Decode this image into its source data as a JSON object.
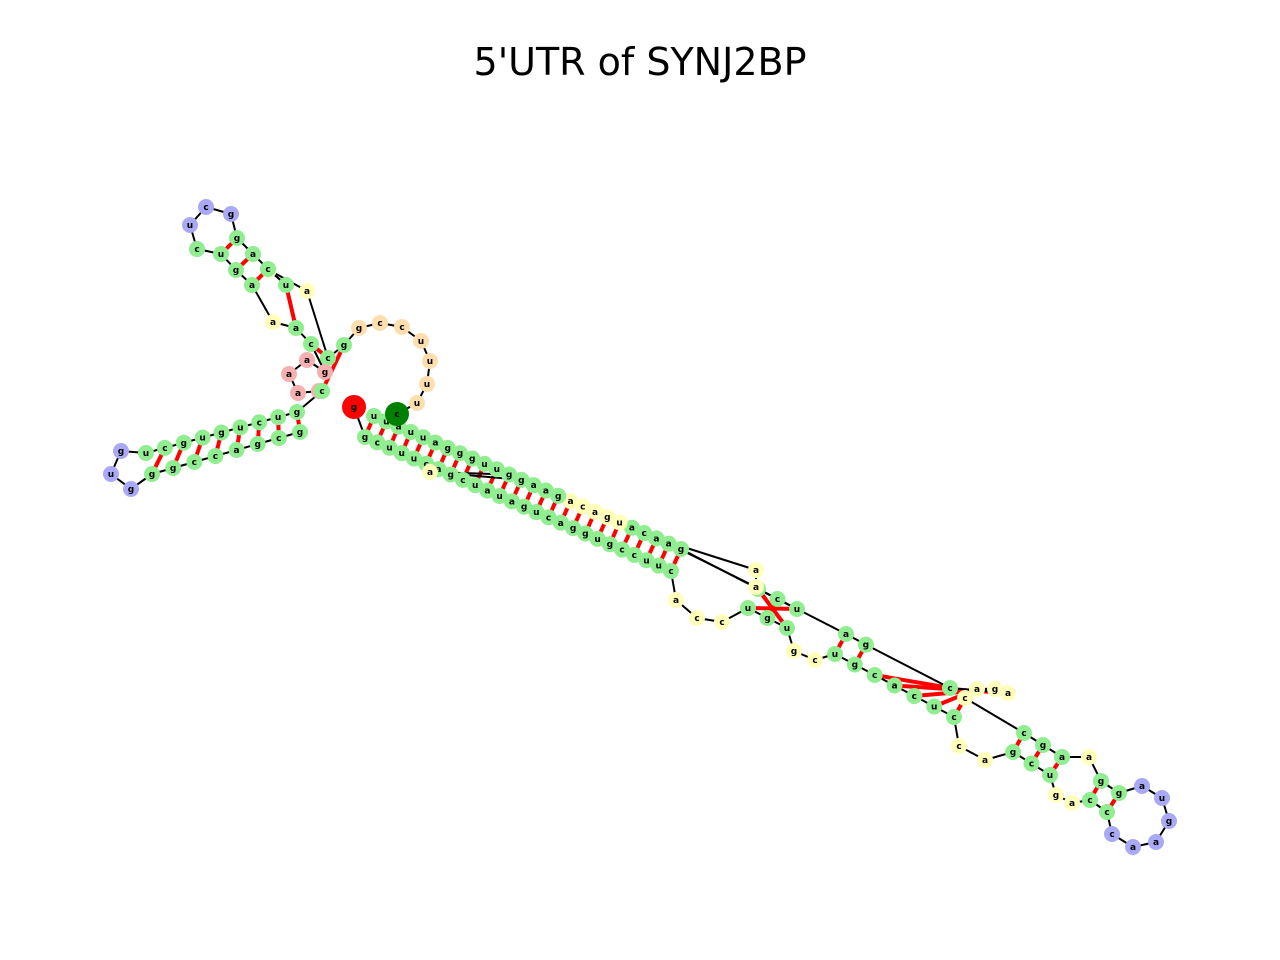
{
  "title": "5'UTR of SYNJ2BP",
  "legend": {
    "stem": {
      "color": "#90ee90"
    },
    "hairpin_loop": {
      "color": "#a9a9f5"
    },
    "interior_loop": {
      "color": "#ffffba"
    },
    "multi_loop": {
      "color": "#ffdead"
    },
    "bulge": {
      "color": "#f5b0b0"
    },
    "start_marker": {
      "color": "#ff0000"
    },
    "end_marker": {
      "color": "#008000"
    },
    "backbone": {
      "color": "#000000"
    },
    "base_pair": {
      "color": "#ff0000"
    }
  },
  "nucleotides": [
    {
      "id": "n1",
      "base": "g",
      "type": "start_marker"
    },
    {
      "id": "n2",
      "base": "g",
      "type": "stem"
    },
    {
      "id": "n3",
      "base": "c",
      "type": "stem"
    },
    {
      "id": "n4",
      "base": "u",
      "type": "stem"
    },
    {
      "id": "n5",
      "base": "u",
      "type": "stem"
    },
    {
      "id": "n6",
      "base": "u",
      "type": "stem"
    },
    {
      "id": "n7",
      "base": "c",
      "type": "stem"
    },
    {
      "id": "n8",
      "base": "a",
      "type": "stem"
    },
    {
      "id": "n9",
      "base": "g",
      "type": "stem"
    },
    {
      "id": "n10",
      "base": "c",
      "type": "stem"
    },
    {
      "id": "n11",
      "base": "u",
      "type": "stem"
    },
    {
      "id": "n12",
      "base": "a",
      "type": "stem"
    },
    {
      "id": "n13",
      "base": "u",
      "type": "stem"
    },
    {
      "id": "n14",
      "base": "a",
      "type": "stem"
    },
    {
      "id": "n15",
      "base": "g",
      "type": "stem"
    },
    {
      "id": "n16",
      "base": "u",
      "type": "stem"
    },
    {
      "id": "n17",
      "base": "c",
      "type": "stem"
    },
    {
      "id": "n18",
      "base": "a",
      "type": "stem"
    },
    {
      "id": "n19",
      "base": "g",
      "type": "stem"
    },
    {
      "id": "n20",
      "base": "g",
      "type": "stem"
    },
    {
      "id": "n21",
      "base": "u",
      "type": "stem"
    },
    {
      "id": "n22",
      "base": "g",
      "type": "stem"
    },
    {
      "id": "n23",
      "base": "c",
      "type": "stem"
    },
    {
      "id": "n24",
      "base": "c",
      "type": "stem"
    },
    {
      "id": "n25",
      "base": "u",
      "type": "stem"
    },
    {
      "id": "n26",
      "base": "u",
      "type": "stem"
    },
    {
      "id": "n27",
      "base": "c",
      "type": "stem"
    },
    {
      "id": "n28",
      "base": "a",
      "type": "interior_loop"
    },
    {
      "id": "n29",
      "base": "c",
      "type": "interior_loop"
    },
    {
      "id": "n30",
      "base": "c",
      "type": "interior_loop"
    },
    {
      "id": "n31",
      "base": "u",
      "type": "stem"
    },
    {
      "id": "n32",
      "base": "g",
      "type": "stem"
    },
    {
      "id": "n33",
      "base": "u",
      "type": "stem"
    },
    {
      "id": "n34",
      "base": "g",
      "type": "interior_loop"
    },
    {
      "id": "n35",
      "base": "c",
      "type": "interior_loop"
    },
    {
      "id": "n36",
      "base": "u",
      "type": "stem"
    },
    {
      "id": "n37",
      "base": "g",
      "type": "stem"
    },
    {
      "id": "n38",
      "base": "c",
      "type": "stem"
    },
    {
      "id": "n39",
      "base": "a",
      "type": "stem"
    },
    {
      "id": "n40",
      "base": "c",
      "type": "stem"
    },
    {
      "id": "n41",
      "base": "u",
      "type": "stem"
    },
    {
      "id": "n42",
      "base": "c",
      "type": "stem"
    },
    {
      "id": "n43",
      "base": "c",
      "type": "interior_loop"
    },
    {
      "id": "n44",
      "base": "a",
      "type": "interior_loop"
    },
    {
      "id": "n45",
      "base": "g",
      "type": "stem"
    },
    {
      "id": "n46",
      "base": "c",
      "type": "stem"
    },
    {
      "id": "n47",
      "base": "u",
      "type": "stem"
    },
    {
      "id": "n48",
      "base": "g",
      "type": "interior_loop"
    },
    {
      "id": "n49",
      "base": "a",
      "type": "interior_loop"
    },
    {
      "id": "n50",
      "base": "c",
      "type": "stem"
    },
    {
      "id": "n51",
      "base": "c",
      "type": "stem"
    },
    {
      "id": "n52",
      "base": "c",
      "type": "hairpin_loop"
    },
    {
      "id": "n53",
      "base": "a",
      "type": "hairpin_loop"
    },
    {
      "id": "n54",
      "base": "a",
      "type": "hairpin_loop"
    },
    {
      "id": "n55",
      "base": "g",
      "type": "hairpin_loop"
    },
    {
      "id": "n56",
      "base": "u",
      "type": "hairpin_loop"
    },
    {
      "id": "n57",
      "base": "a",
      "type": "hairpin_loop"
    },
    {
      "id": "n58",
      "base": "g",
      "type": "stem"
    },
    {
      "id": "n59",
      "base": "g",
      "type": "stem"
    },
    {
      "id": "n60",
      "base": "a",
      "type": "interior_loop"
    },
    {
      "id": "n61",
      "base": "a",
      "type": "stem"
    },
    {
      "id": "n62",
      "base": "g",
      "type": "stem"
    },
    {
      "id": "n63",
      "base": "c",
      "type": "stem"
    },
    {
      "id": "n64",
      "base": "c",
      "type": "interior_loop"
    },
    {
      "id": "n65",
      "base": "a",
      "type": "interior_loop"
    },
    {
      "id": "n66",
      "base": "g",
      "type": "interior_loop"
    },
    {
      "id": "n67",
      "base": "a",
      "type": "interior_loop"
    },
    {
      "id": "n68",
      "base": "c",
      "type": "stem"
    },
    {
      "id": "n69",
      "base": "g",
      "type": "stem"
    },
    {
      "id": "n70",
      "base": "a",
      "type": "stem"
    },
    {
      "id": "n71",
      "base": "g",
      "type": "stem"
    },
    {
      "id": "n72",
      "base": "c",
      "type": "stem"
    },
    {
      "id": "n73",
      "base": "u",
      "type": "stem"
    },
    {
      "id": "n74",
      "base": "g",
      "type": "stem"
    },
    {
      "id": "n75",
      "base": "a",
      "type": "stem"
    },
    {
      "id": "n76",
      "base": "a",
      "type": "interior_loop"
    },
    {
      "id": "n77",
      "base": "a",
      "type": "interior_loop"
    },
    {
      "id": "n78",
      "base": "a",
      "type": "stem"
    },
    {
      "id": "n79",
      "base": "c",
      "type": "stem"
    },
    {
      "id": "n80",
      "base": "a",
      "type": "stem"
    },
    {
      "id": "n81",
      "base": "u",
      "type": "interior_loop"
    },
    {
      "id": "n82",
      "base": "g",
      "type": "interior_loop"
    },
    {
      "id": "n83",
      "base": "a",
      "type": "interior_loop"
    },
    {
      "id": "n84",
      "base": "c",
      "type": "interior_loop"
    },
    {
      "id": "n85",
      "base": "a",
      "type": "interior_loop"
    },
    {
      "id": "n86",
      "base": "g",
      "type": "stem"
    },
    {
      "id": "n87",
      "base": "a",
      "type": "stem"
    },
    {
      "id": "n88",
      "base": "a",
      "type": "stem"
    },
    {
      "id": "n89",
      "base": "g",
      "type": "stem"
    },
    {
      "id": "n90",
      "base": "a",
      "type": "interior_loop"
    },
    {
      "id": "n91",
      "base": "g",
      "type": "stem"
    },
    {
      "id": "n92",
      "base": "u",
      "type": "stem"
    },
    {
      "id": "n93",
      "base": "u",
      "type": "stem"
    },
    {
      "id": "n94",
      "base": "g",
      "type": "stem"
    },
    {
      "id": "n95",
      "base": "g",
      "type": "stem"
    },
    {
      "id": "n96",
      "base": "g",
      "type": "stem"
    },
    {
      "id": "n97",
      "base": "a",
      "type": "stem"
    },
    {
      "id": "n98",
      "base": "u",
      "type": "stem"
    },
    {
      "id": "n99",
      "base": "u",
      "type": "stem"
    },
    {
      "id": "n100",
      "base": "a",
      "type": "stem"
    },
    {
      "id": "n101",
      "base": "u",
      "type": "stem"
    },
    {
      "id": "n102",
      "base": "u",
      "type": "stem"
    },
    {
      "id": "n103",
      "base": "c",
      "type": "end_marker"
    },
    {
      "id": "n104",
      "base": "u",
      "type": "multi_loop"
    },
    {
      "id": "n105",
      "base": "u",
      "type": "multi_loop"
    },
    {
      "id": "n106",
      "base": "u",
      "type": "multi_loop"
    },
    {
      "id": "n107",
      "base": "u",
      "type": "multi_loop"
    },
    {
      "id": "n108",
      "base": "c",
      "type": "multi_loop"
    },
    {
      "id": "n109",
      "base": "c",
      "type": "multi_loop"
    },
    {
      "id": "n110",
      "base": "g",
      "type": "multi_loop"
    },
    {
      "id": "n111",
      "base": "g",
      "type": "stem"
    },
    {
      "id": "n112",
      "base": "c",
      "type": "stem"
    },
    {
      "id": "n113",
      "base": "a",
      "type": "interior_loop"
    },
    {
      "id": "n114",
      "base": "c",
      "type": "interior_loop"
    },
    {
      "id": "n115",
      "base": "u",
      "type": "stem"
    },
    {
      "id": "n116",
      "base": "c",
      "type": "stem"
    },
    {
      "id": "n117",
      "base": "a",
      "type": "stem"
    },
    {
      "id": "n118",
      "base": "g",
      "type": "stem"
    },
    {
      "id": "n119",
      "base": "g",
      "type": "hairpin_loop"
    },
    {
      "id": "n120",
      "base": "c",
      "type": "hairpin_loop"
    },
    {
      "id": "n121",
      "base": "u",
      "type": "hairpin_loop"
    },
    {
      "id": "n122",
      "base": "g",
      "type": "hairpin_loop"
    },
    {
      "id": "n123",
      "base": "c",
      "type": "stem"
    },
    {
      "id": "n124",
      "base": "u",
      "type": "stem"
    },
    {
      "id": "n125",
      "base": "g",
      "type": "stem"
    },
    {
      "id": "n126",
      "base": "a",
      "type": "stem"
    },
    {
      "id": "n127",
      "base": "a",
      "type": "interior_loop"
    },
    {
      "id": "n128",
      "base": "a",
      "type": "stem"
    },
    {
      "id": "n129",
      "base": "c",
      "type": "stem"
    },
    {
      "id": "n130",
      "base": "g",
      "type": "bulge"
    },
    {
      "id": "n131",
      "base": "a",
      "type": "bulge"
    },
    {
      "id": "n132",
      "base": "a",
      "type": "bulge"
    },
    {
      "id": "n133",
      "base": "a",
      "type": "bulge"
    },
    {
      "id": "n134",
      "base": "c",
      "type": "bulge"
    },
    {
      "id": "n135",
      "base": "c",
      "type": "stem"
    },
    {
      "id": "n136",
      "base": "g",
      "type": "stem"
    },
    {
      "id": "n137",
      "base": "u",
      "type": "stem"
    },
    {
      "id": "n138",
      "base": "c",
      "type": "stem"
    },
    {
      "id": "n139",
      "base": "u",
      "type": "stem"
    },
    {
      "id": "n140",
      "base": "g",
      "type": "stem"
    },
    {
      "id": "n141",
      "base": "u",
      "type": "stem"
    },
    {
      "id": "n142",
      "base": "g",
      "type": "stem"
    },
    {
      "id": "n143",
      "base": "c",
      "type": "stem"
    },
    {
      "id": "n144",
      "base": "u",
      "type": "stem"
    },
    {
      "id": "n145",
      "base": "g",
      "type": "hairpin_loop"
    },
    {
      "id": "n146",
      "base": "u",
      "type": "hairpin_loop"
    },
    {
      "id": "n147",
      "base": "g",
      "type": "hairpin_loop"
    },
    {
      "id": "n148",
      "base": "g",
      "type": "stem"
    },
    {
      "id": "n149",
      "base": "g",
      "type": "stem"
    },
    {
      "id": "n150",
      "base": "c",
      "type": "stem"
    },
    {
      "id": "n151",
      "base": "c",
      "type": "stem"
    },
    {
      "id": "n152",
      "base": "a",
      "type": "stem"
    },
    {
      "id": "n153",
      "base": "g",
      "type": "stem"
    },
    {
      "id": "n154",
      "base": "c",
      "type": "stem"
    },
    {
      "id": "n155",
      "base": "g",
      "type": "stem"
    }
  ],
  "pairs": [
    [
      "n2",
      "n102"
    ],
    [
      "n3",
      "n101"
    ],
    [
      "n4",
      "n100"
    ],
    [
      "n5",
      "n99"
    ],
    [
      "n6",
      "n98"
    ],
    [
      "n7",
      "n97"
    ],
    [
      "n8",
      "n96"
    ],
    [
      "n9",
      "n95"
    ],
    [
      "n10",
      "n94"
    ],
    [
      "n11",
      "n93"
    ],
    [
      "n12",
      "n92"
    ],
    [
      "n13",
      "n91"
    ],
    [
      "n14",
      "n89"
    ],
    [
      "n15",
      "n88"
    ],
    [
      "n16",
      "n87"
    ],
    [
      "n17",
      "n86"
    ],
    [
      "n18",
      "n85"
    ],
    [
      "n19",
      "n84"
    ],
    [
      "n20",
      "n83"
    ],
    [
      "n21",
      "n82"
    ],
    [
      "n22",
      "n81"
    ],
    [
      "n23",
      "n80"
    ],
    [
      "n24",
      "n79"
    ],
    [
      "n25",
      "n78"
    ],
    [
      "n26",
      "n75"
    ],
    [
      "n27",
      "n74"
    ],
    [
      "n31",
      "n73"
    ],
    [
      "n32",
      "n72"
    ],
    [
      "n33",
      "n71"
    ],
    [
      "n36",
      "n70"
    ],
    [
      "n37",
      "n69"
    ],
    [
      "n38",
      "n68"
    ],
    [
      "n39",
      "n67"
    ],
    [
      "n40",
      "n66"
    ],
    [
      "n41",
      "n65"
    ],
    [
      "n42",
      "n64"
    ],
    [
      "n45",
      "n63"
    ],
    [
      "n46",
      "n62"
    ],
    [
      "n47",
      "n61"
    ],
    [
      "n50",
      "n59"
    ],
    [
      "n51",
      "n58"
    ],
    [
      "n111",
      "n135"
    ],
    [
      "n112",
      "n129"
    ],
    [
      "n115",
      "n128"
    ],
    [
      "n116",
      "n126"
    ],
    [
      "n117",
      "n125"
    ],
    [
      "n118",
      "n124"
    ],
    [
      "n136",
      "n155"
    ],
    [
      "n137",
      "n154"
    ],
    [
      "n138",
      "n153"
    ],
    [
      "n139",
      "n152"
    ],
    [
      "n140",
      "n151"
    ],
    [
      "n141",
      "n150"
    ],
    [
      "n142",
      "n149"
    ],
    [
      "n143",
      "n148"
    ]
  ]
}
